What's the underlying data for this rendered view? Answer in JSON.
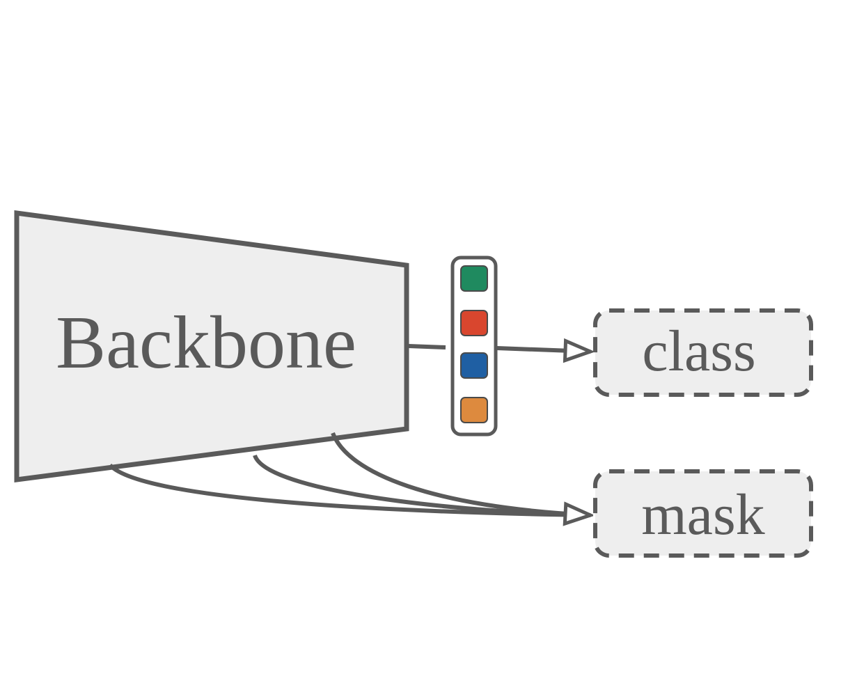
{
  "diagram": {
    "backbone": {
      "label": "Backbone"
    },
    "feature_vector": {
      "cells": [
        {
          "name": "cell-1",
          "color": "#1f8a5f"
        },
        {
          "name": "cell-2",
          "color": "#d9462e"
        },
        {
          "name": "cell-3",
          "color": "#1f5fa3"
        },
        {
          "name": "cell-4",
          "color": "#dd8a3e"
        }
      ]
    },
    "outputs": {
      "class": {
        "label": "class"
      },
      "mask": {
        "label": "mask"
      }
    },
    "colors": {
      "stroke": "#5a5a5a",
      "fill": "#eeeeee"
    }
  }
}
